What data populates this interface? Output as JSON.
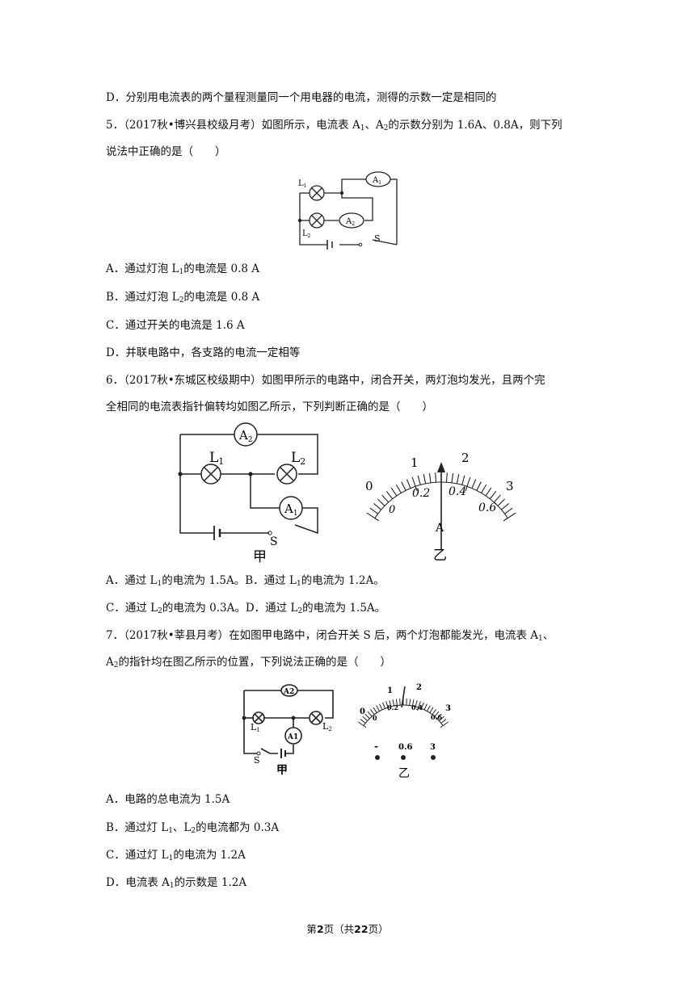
{
  "q4": {
    "option_d": "D．分别用电流表的两个量程测量同一个用电器的电流，测得的示数一定是相同的"
  },
  "q5": {
    "stem_l1_a": "5．（2017秋•博兴县校级月考）如图所示，电流表 A",
    "sub1": "1",
    "stem_l1_b": "、A",
    "sub2": "2",
    "stem_l1_c": "的示数分别为 1.6A、0.8A，则下列",
    "stem_l2": "说法中正确的是（　　）",
    "figure_labels": {
      "l1": "L",
      "l1_sub": "1",
      "l2": "L",
      "l2_sub": "2",
      "a1": "A",
      "a1_sub": "1",
      "a2": "A",
      "a2_sub": "2",
      "s": "S"
    },
    "option_a_pre": "A．通过灯泡 L",
    "option_a_sub": "1",
    "option_a_post": "的电流是 0.8 A",
    "option_b_pre": "B．通过灯泡 L",
    "option_b_sub": "2",
    "option_b_post": "的电流是 0.8 A",
    "option_c": "C．通过开关的电流是 1.6 A",
    "option_d": "D．并联电路中，各支路的电流一定相等"
  },
  "q6": {
    "stem_l1": "6．（2017秋•东城区校级期中）如图甲所示的电路中，闭合开关，两灯泡均发光，且两个完",
    "stem_l2": "全相同的电流表指针偏转均如图乙所示，下列判断正确的是（　　）",
    "figure_labels": {
      "a2": "A",
      "a2_sub": "2",
      "a1": "A",
      "a1_sub": "1",
      "l1": "L",
      "l1_sub": "1",
      "l2": "L",
      "l2_sub": "2",
      "s": "S",
      "jia": "甲",
      "yi": "乙",
      "meter_unit": "A"
    },
    "meter_scale_upper": [
      "0",
      "1",
      "2",
      "3"
    ],
    "meter_scale_lower": [
      "0",
      "0.2",
      "0.4",
      "0.6"
    ],
    "option_a_pre": "A．通过 L",
    "option_a_sub": "1",
    "option_a_post": "的电流为 1.5A。",
    "option_b_pre": "B．通过 L",
    "option_b_sub": "1",
    "option_b_post": "的电流为 1.2A。",
    "option_c_pre": "C．通过 L",
    "option_c_sub": "2",
    "option_c_post": "的电流为 0.3A。",
    "option_d_pre": "D．通过 L",
    "option_d_sub": "2",
    "option_d_post": "的电流为 1.5A。"
  },
  "q7": {
    "stem_l1_a": "7．（2017秋•莘县月考）在如图甲电路中，闭合开关 S 后，两个灯泡都能发光，电流表 A",
    "sub1": "1",
    "stem_l1_b": "、",
    "stem_l2_a": "A",
    "sub2": "2",
    "stem_l2_b": "的指针均在图乙所示的位置，下列说法正确的是（　　）",
    "figure_labels": {
      "a2": "A2",
      "a1": "A1",
      "l1": "L",
      "l1_sub": "1",
      "l2": "L",
      "l2_sub": "2",
      "s": "S",
      "jia": "甲",
      "yi": "乙"
    },
    "meter_scale_upper": [
      "0",
      "1",
      "2",
      "3"
    ],
    "meter_scale_lower": [
      "0",
      "0.2",
      "0.4",
      "0.6"
    ],
    "terminals": [
      "-",
      "0.6",
      "3"
    ],
    "option_a": "A．电路的总电流为 1.5A",
    "option_b_pre": "B．通过灯 L",
    "option_b_sub1": "1",
    "option_b_mid": "、L",
    "option_b_sub2": "2",
    "option_b_post": "的电流都为 0.3A",
    "option_c_pre": "C．通过灯 L",
    "option_c_sub": "1",
    "option_c_post": "的电流为 1.2A",
    "option_d_pre": "D．电流表 A",
    "option_d_sub": "1",
    "option_d_post": "的示数是 1.2A"
  },
  "footer": {
    "pre": "第",
    "page": "2",
    "mid": "页（共",
    "total": "22",
    "post": "页）"
  }
}
